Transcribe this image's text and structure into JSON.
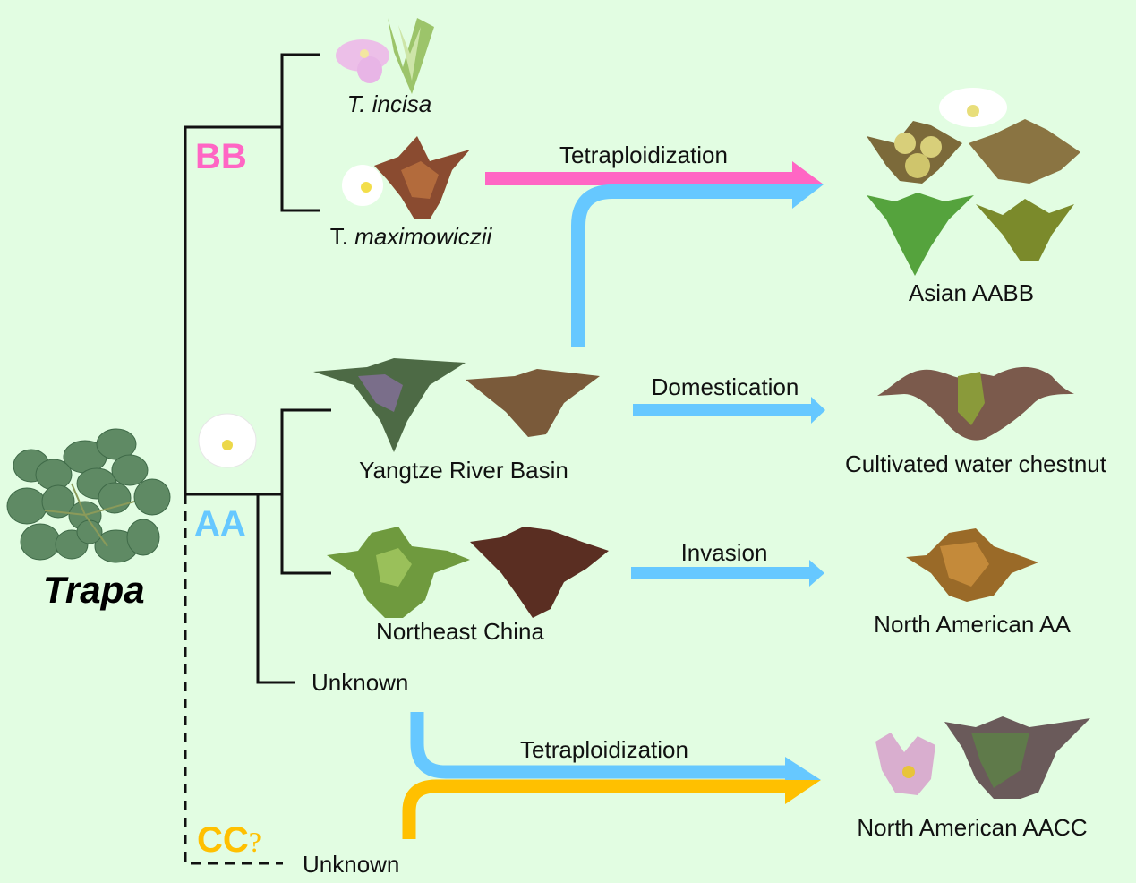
{
  "title": "Trapa",
  "colors": {
    "background": "#e2fde2",
    "bb": "#ff66c4",
    "aa": "#66c8ff",
    "cc": "#ffc000",
    "tree_line": "#111111"
  },
  "clades": {
    "bb": "BB",
    "aa": "AA",
    "cc": "CC",
    "cc_question": "?"
  },
  "taxa": {
    "t_incisa": "T. incisa",
    "t_max_prefix": "T. ",
    "t_max_species": "maximowiczii",
    "yangtze": "Yangtze River Basin",
    "northeast": "Northeast China",
    "unknown_aa": "Unknown",
    "unknown_cc": "Unknown"
  },
  "processes": {
    "tetraploidization_top": "Tetraploidization",
    "domestication": "Domestication",
    "invasion": "Invasion",
    "tetraploidization_bottom": "Tetraploidization"
  },
  "outcomes": {
    "asian_aabb": "Asian AABB",
    "cultivated": "Cultivated water chestnut",
    "na_aa": "North American AA",
    "na_aacc": "North American AACC"
  }
}
